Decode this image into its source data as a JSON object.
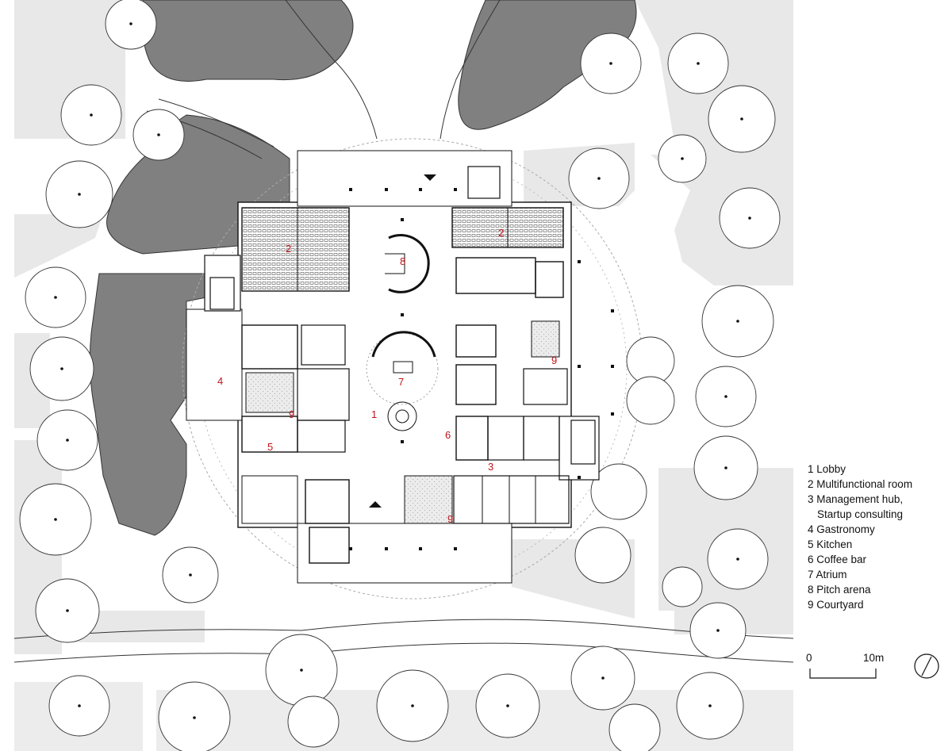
{
  "room_labels": [
    {
      "id": "lbl-1-lobby",
      "text": "1"
    },
    {
      "id": "lbl-2-north-west",
      "text": "2"
    },
    {
      "id": "lbl-2-north-east",
      "text": "2"
    },
    {
      "id": "lbl-3",
      "text": "3"
    },
    {
      "id": "lbl-4",
      "text": "4"
    },
    {
      "id": "lbl-5",
      "text": "5"
    },
    {
      "id": "lbl-6",
      "text": "6"
    },
    {
      "id": "lbl-7",
      "text": "7"
    },
    {
      "id": "lbl-8",
      "text": "8"
    },
    {
      "id": "lbl-9-west",
      "text": "9"
    },
    {
      "id": "lbl-9-east",
      "text": "9"
    },
    {
      "id": "lbl-9-south",
      "text": "9"
    }
  ],
  "legend": [
    "1 Lobby",
    "2 Multifunctional room",
    "3 Management hub,",
    "Startup consulting",
    "4 Gastronomy",
    "5 Kitchen",
    "6 Coffee bar",
    "7 Atrium",
    "8 Pitch arena",
    "9 Courtyard"
  ],
  "scale_bar": {
    "start": "0",
    "end": "10m"
  },
  "colors": {
    "label_red": "#c0151b",
    "water": "#828282",
    "hatch": "#e6e6e6",
    "line": "#111111"
  }
}
